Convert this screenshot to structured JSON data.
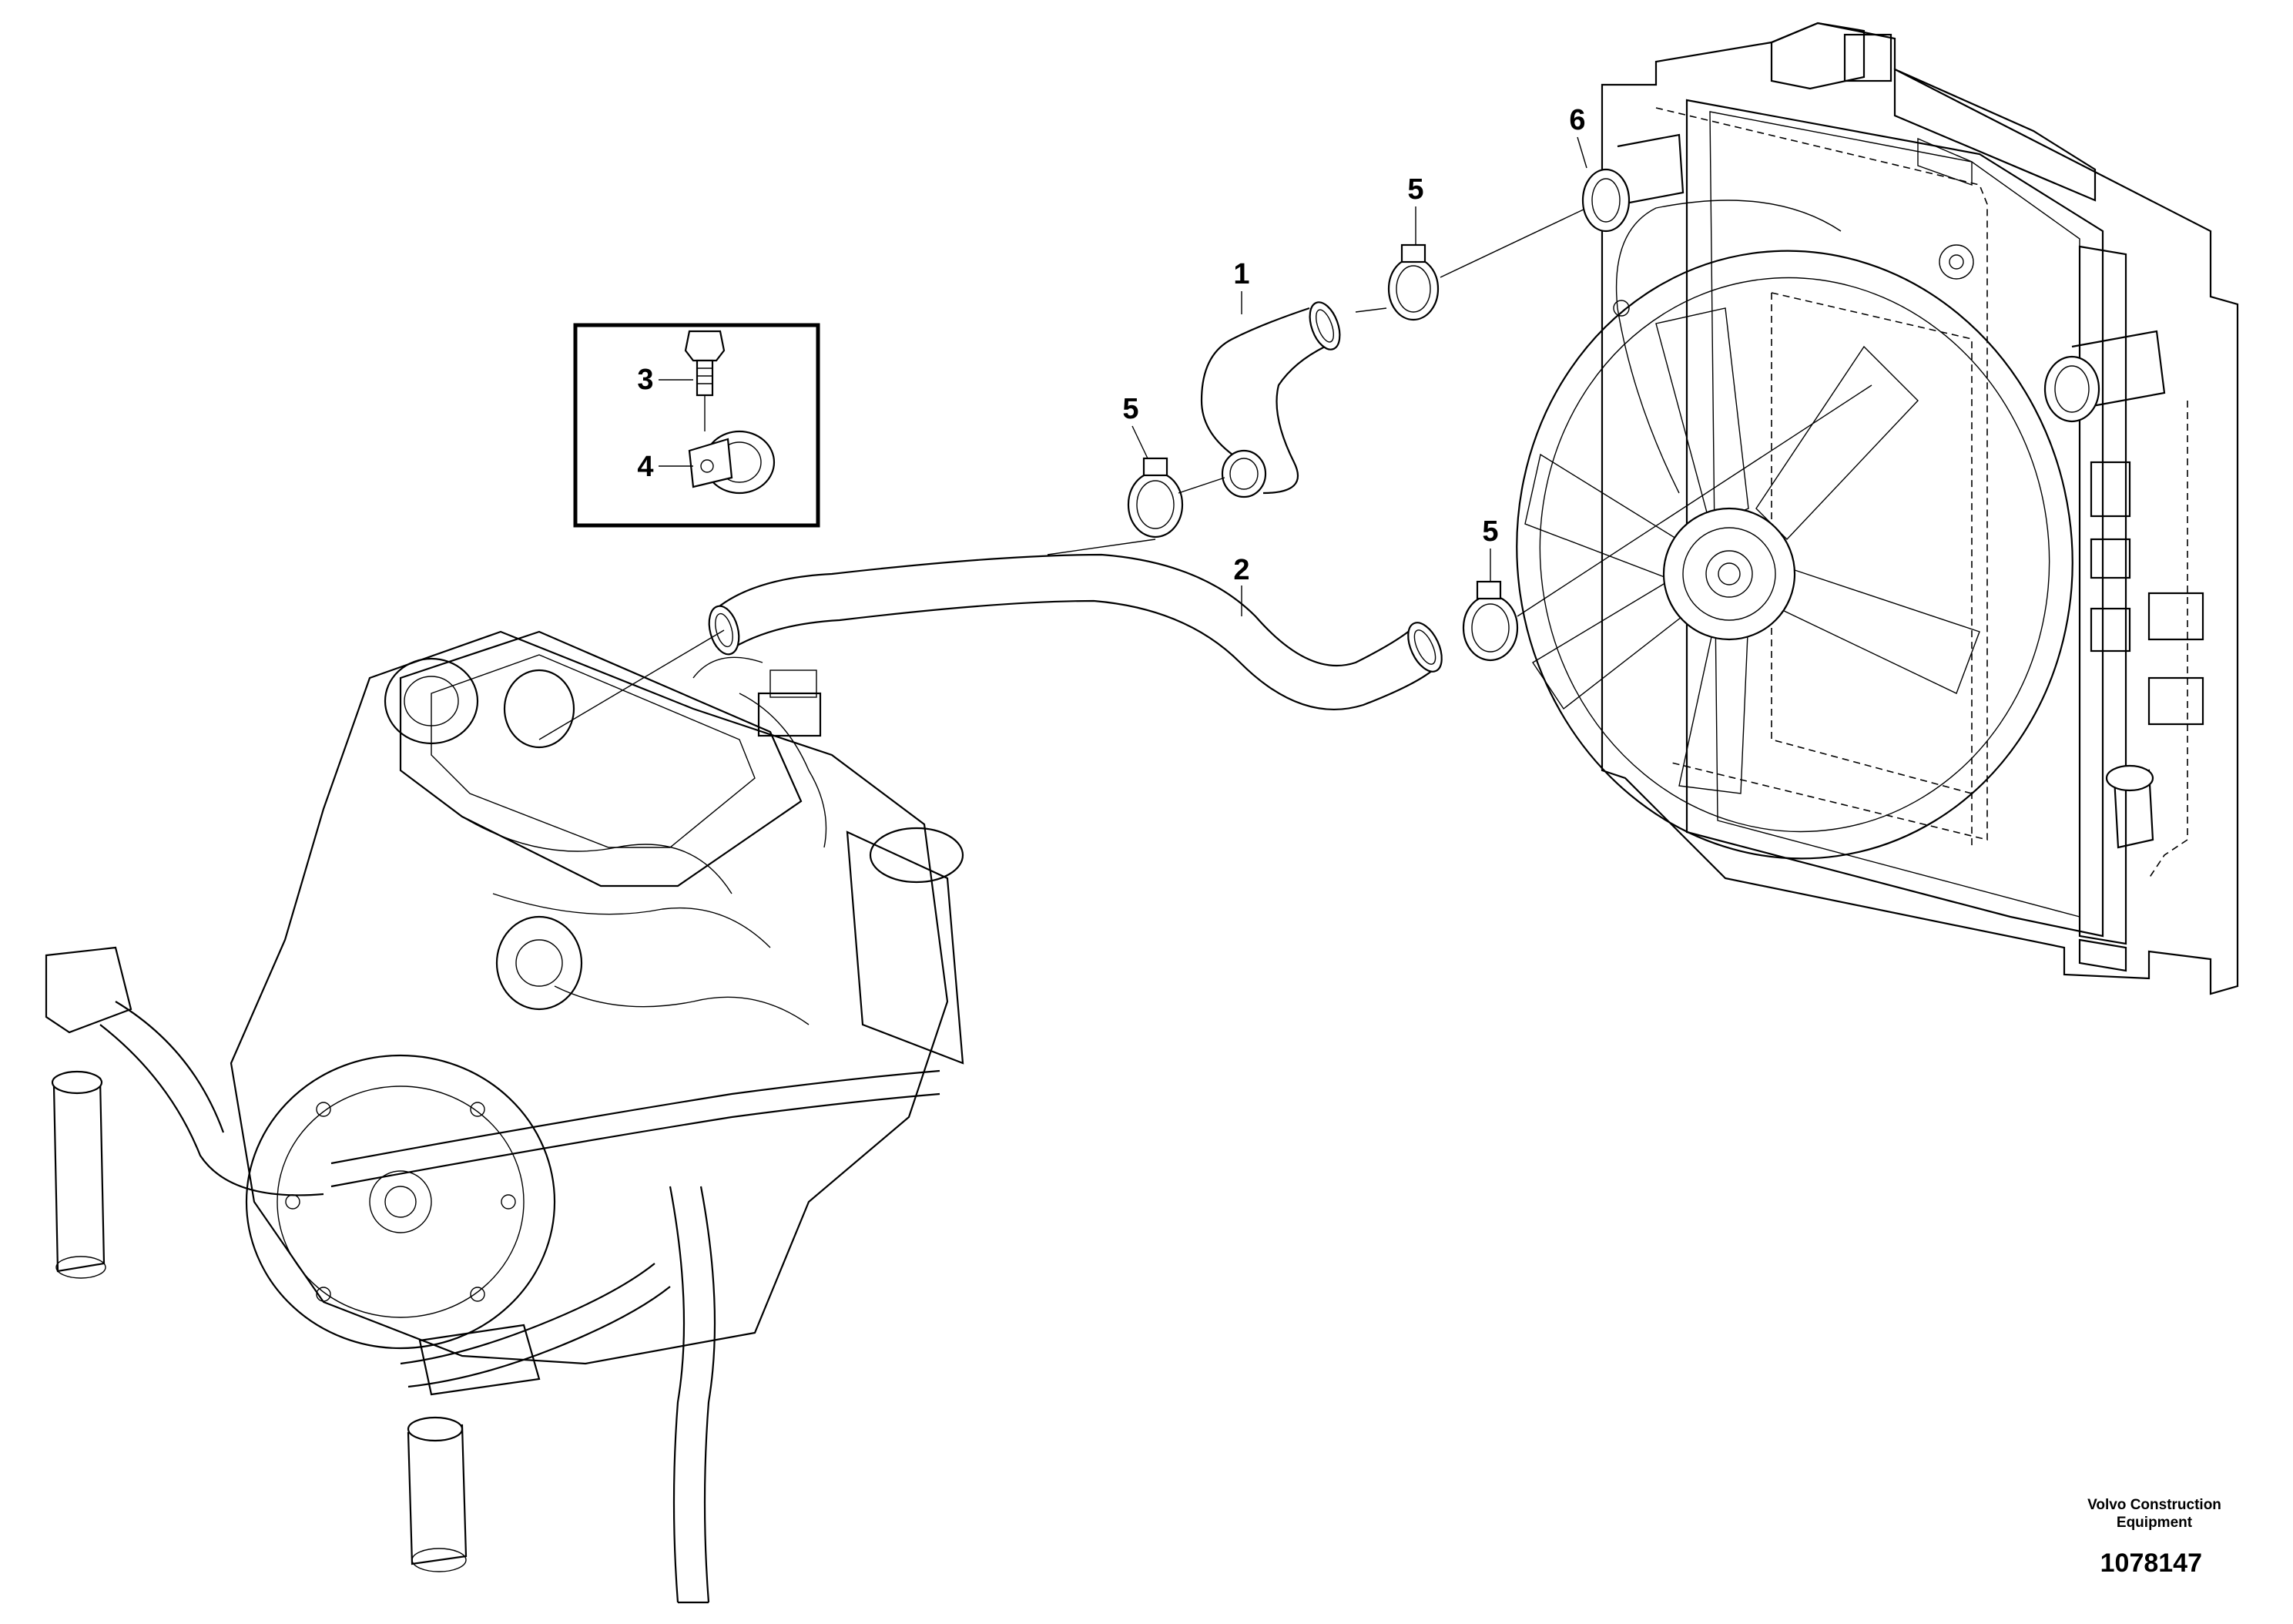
{
  "callouts": {
    "c1": "1",
    "c2": "2",
    "c3": "3",
    "c4": "4",
    "c5a": "5",
    "c5b": "5",
    "c5c": "5",
    "c6": "6"
  },
  "footer": {
    "credit_line1": "Volvo Construction",
    "credit_line2": "Equipment",
    "drawing_number": "1078147"
  }
}
